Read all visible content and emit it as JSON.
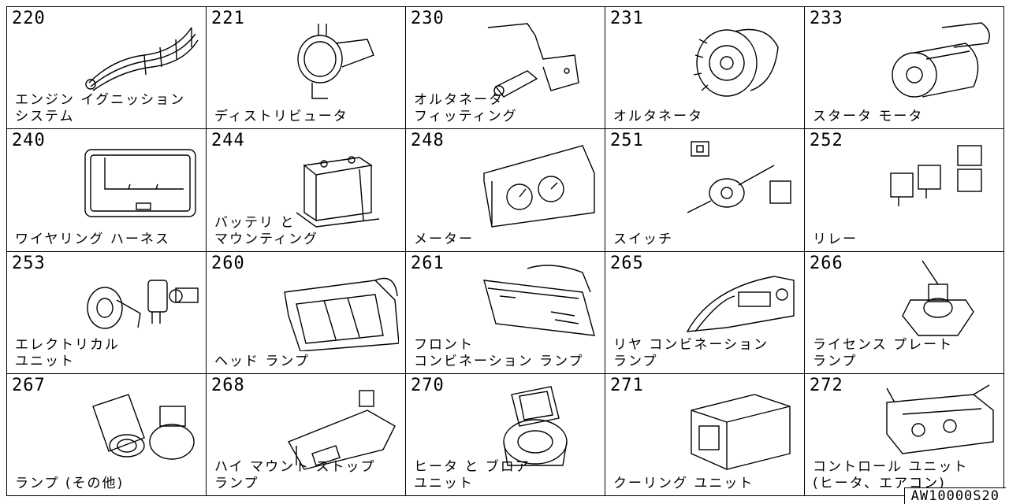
{
  "reference_code": "AW10000S20",
  "cells": [
    {
      "code": "220",
      "lines": [
        "エンジン イグニッション",
        "システム"
      ],
      "icon": "ignition-wires-icon"
    },
    {
      "code": "221",
      "lines": [
        "ディストリビュータ"
      ],
      "icon": "distributor-icon"
    },
    {
      "code": "230",
      "lines": [
        "オルタネータ",
        "フィッティング"
      ],
      "icon": "alternator-bracket-icon"
    },
    {
      "code": "231",
      "lines": [
        "オルタネータ"
      ],
      "icon": "alternator-icon"
    },
    {
      "code": "233",
      "lines": [
        "スタータ モータ"
      ],
      "icon": "starter-motor-icon"
    },
    {
      "code": "240",
      "lines": [
        "ワイヤリング ハーネス"
      ],
      "icon": "wiring-harness-icon"
    },
    {
      "code": "244",
      "lines": [
        "バッテリ と",
        "マウンティング"
      ],
      "icon": "battery-icon"
    },
    {
      "code": "248",
      "lines": [
        "メーター"
      ],
      "icon": "meter-cluster-icon"
    },
    {
      "code": "251",
      "lines": [
        "スイッチ"
      ],
      "icon": "switch-icon"
    },
    {
      "code": "252",
      "lines": [
        "リレー"
      ],
      "icon": "relay-icon"
    },
    {
      "code": "253",
      "lines": [
        "エレクトリカル",
        "ユニット"
      ],
      "icon": "horn-icon"
    },
    {
      "code": "260",
      "lines": [
        "ヘッド ランプ"
      ],
      "icon": "headlamp-icon"
    },
    {
      "code": "261",
      "lines": [
        "フロント",
        "コンビネーション ランプ"
      ],
      "icon": "front-lamp-icon"
    },
    {
      "code": "265",
      "lines": [
        "リヤ コンビネーション",
        "ランプ"
      ],
      "icon": "rear-lamp-icon"
    },
    {
      "code": "266",
      "lines": [
        "ライセンス プレート",
        "ランプ"
      ],
      "icon": "license-lamp-icon"
    },
    {
      "code": "267",
      "lines": [
        "ランプ (その他)"
      ],
      "icon": "bulb-icon"
    },
    {
      "code": "268",
      "lines": [
        "ハイ マウント ストップ",
        "ランプ"
      ],
      "icon": "high-mount-lamp-icon"
    },
    {
      "code": "270",
      "lines": [
        "ヒータ と ブロア",
        "ユニット"
      ],
      "icon": "heater-blower-icon"
    },
    {
      "code": "271",
      "lines": [
        "クーリング ユニット"
      ],
      "icon": "cooling-unit-icon"
    },
    {
      "code": "272",
      "lines": [
        "コントロール ユニット",
        "(ヒータ、エアコン)"
      ],
      "icon": "control-unit-icon"
    }
  ]
}
